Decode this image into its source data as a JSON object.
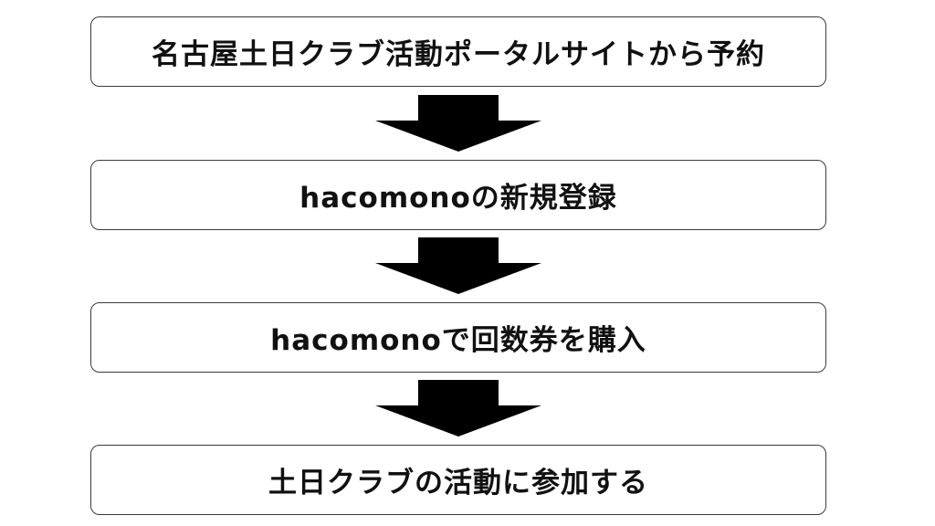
{
  "steps": [
    {
      "label": "名古屋土日クラブ活動ポータルサイトから予約"
    },
    {
      "label": "hacomonoの新規登録"
    },
    {
      "label": "hacomonoで回数券を購入"
    },
    {
      "label": "土日クラブの活動に参加する"
    }
  ],
  "colors": {
    "arrow": "#000000",
    "border": "#3a3a3a",
    "text": "#111111",
    "background": "#ffffff"
  }
}
